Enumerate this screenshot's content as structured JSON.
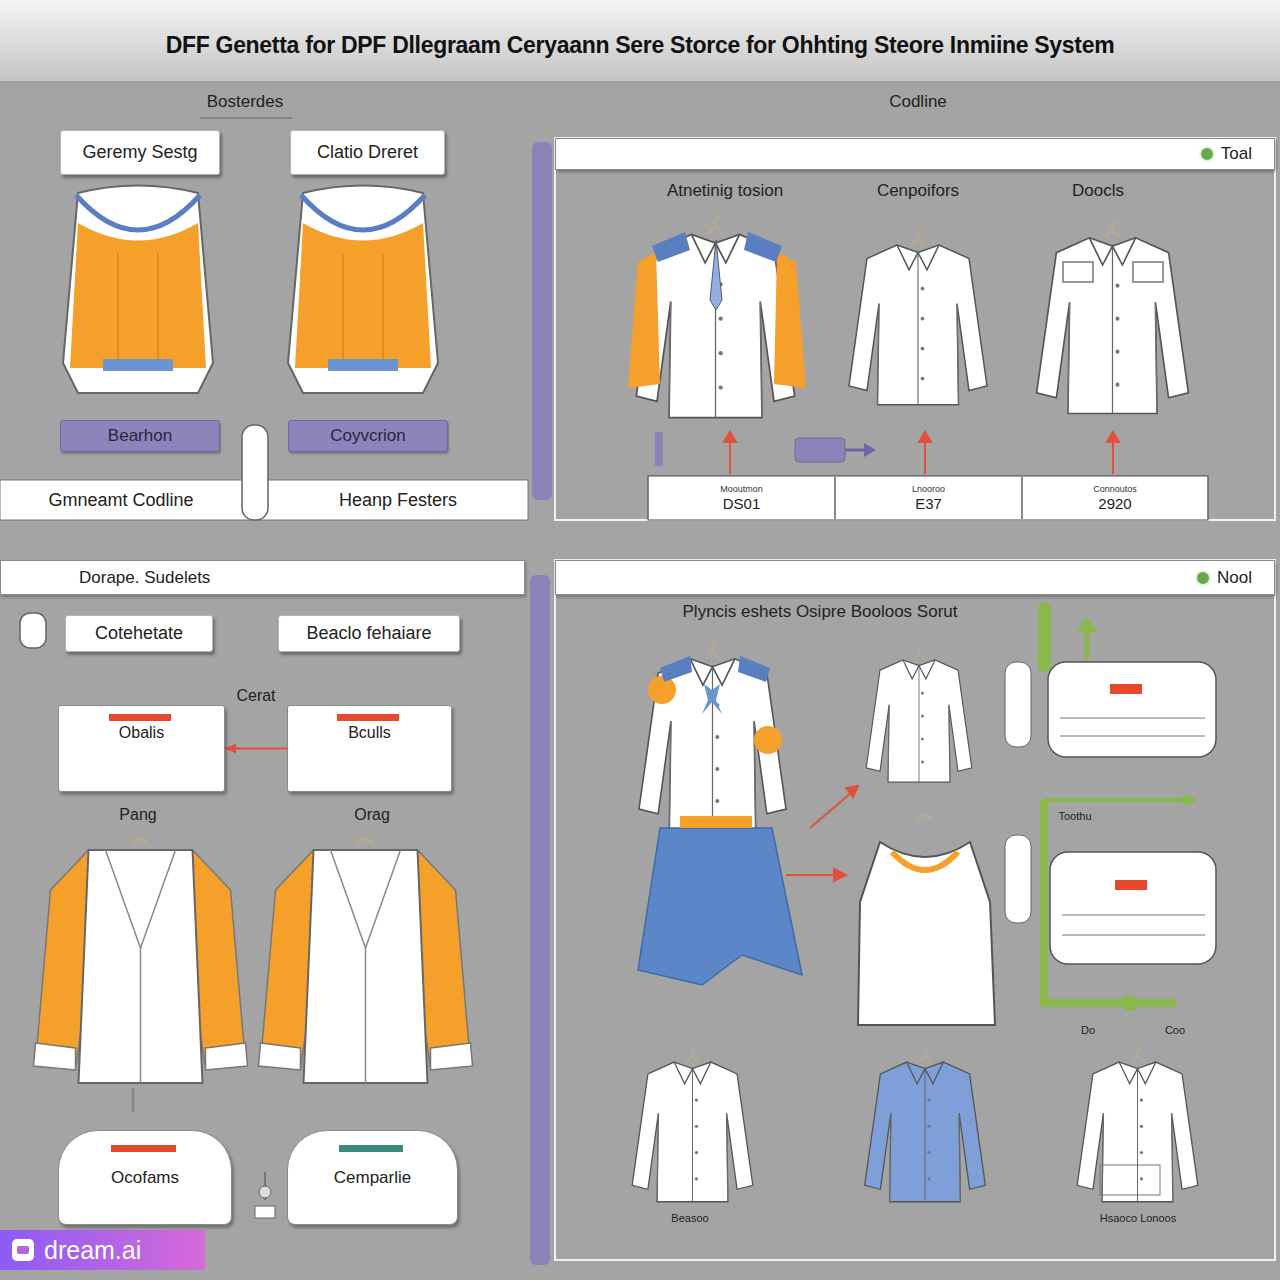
{
  "diagram": {
    "title": "DFF Genetta for DPF Dllegraam Ceryaann Sere Storce for Ohhting Steore Inmiine System",
    "nodes": [
      {
        "text": [
          "Geremy Sestg"
        ]
      },
      {
        "text": [
          "Clatio Dreret"
        ]
      },
      {
        "text": [
          "Bearhon"
        ]
      },
      {
        "text": [
          "Coyvcrion"
        ]
      },
      {
        "text": [
          "Gmneamt Codline"
        ]
      },
      {
        "text": [
          "Heanp Festers"
        ]
      },
      {
        "text": [
          "Toal"
        ]
      },
      {
        "text": [
          "Mooutmon",
          "DS01"
        ]
      },
      {
        "text": [
          "Lnooroo",
          "E37"
        ]
      },
      {
        "text": [
          "Connoutos",
          "2920"
        ]
      },
      {
        "text": [
          "Dorape. Sudelets"
        ]
      },
      {
        "text": [
          "Cotehetate"
        ]
      },
      {
        "text": [
          "Beaclo fehaiare"
        ]
      },
      {
        "text": [
          "Obalis"
        ]
      },
      {
        "text": [
          "Bculls"
        ]
      },
      {
        "text": [
          "Ocofams"
        ]
      },
      {
        "text": [
          "Cemparlie"
        ]
      },
      {
        "text": [
          "Nool"
        ]
      }
    ],
    "edges": [
      {
        "from": 14,
        "to": 13,
        "arrow": "to",
        "label": "Cerat"
      }
    ],
    "labels": [
      "Bosterdes",
      "Codline",
      "Atnetinig tosion",
      "Cenpoifors",
      "Doocls",
      "Pang",
      "Orag",
      "Plyncis eshets Osipre Booloos Sorut",
      "Toothu",
      "Do",
      "Coo",
      "Beasoo",
      "Hsaoco Lonoos",
      "dream.ai"
    ]
  }
}
